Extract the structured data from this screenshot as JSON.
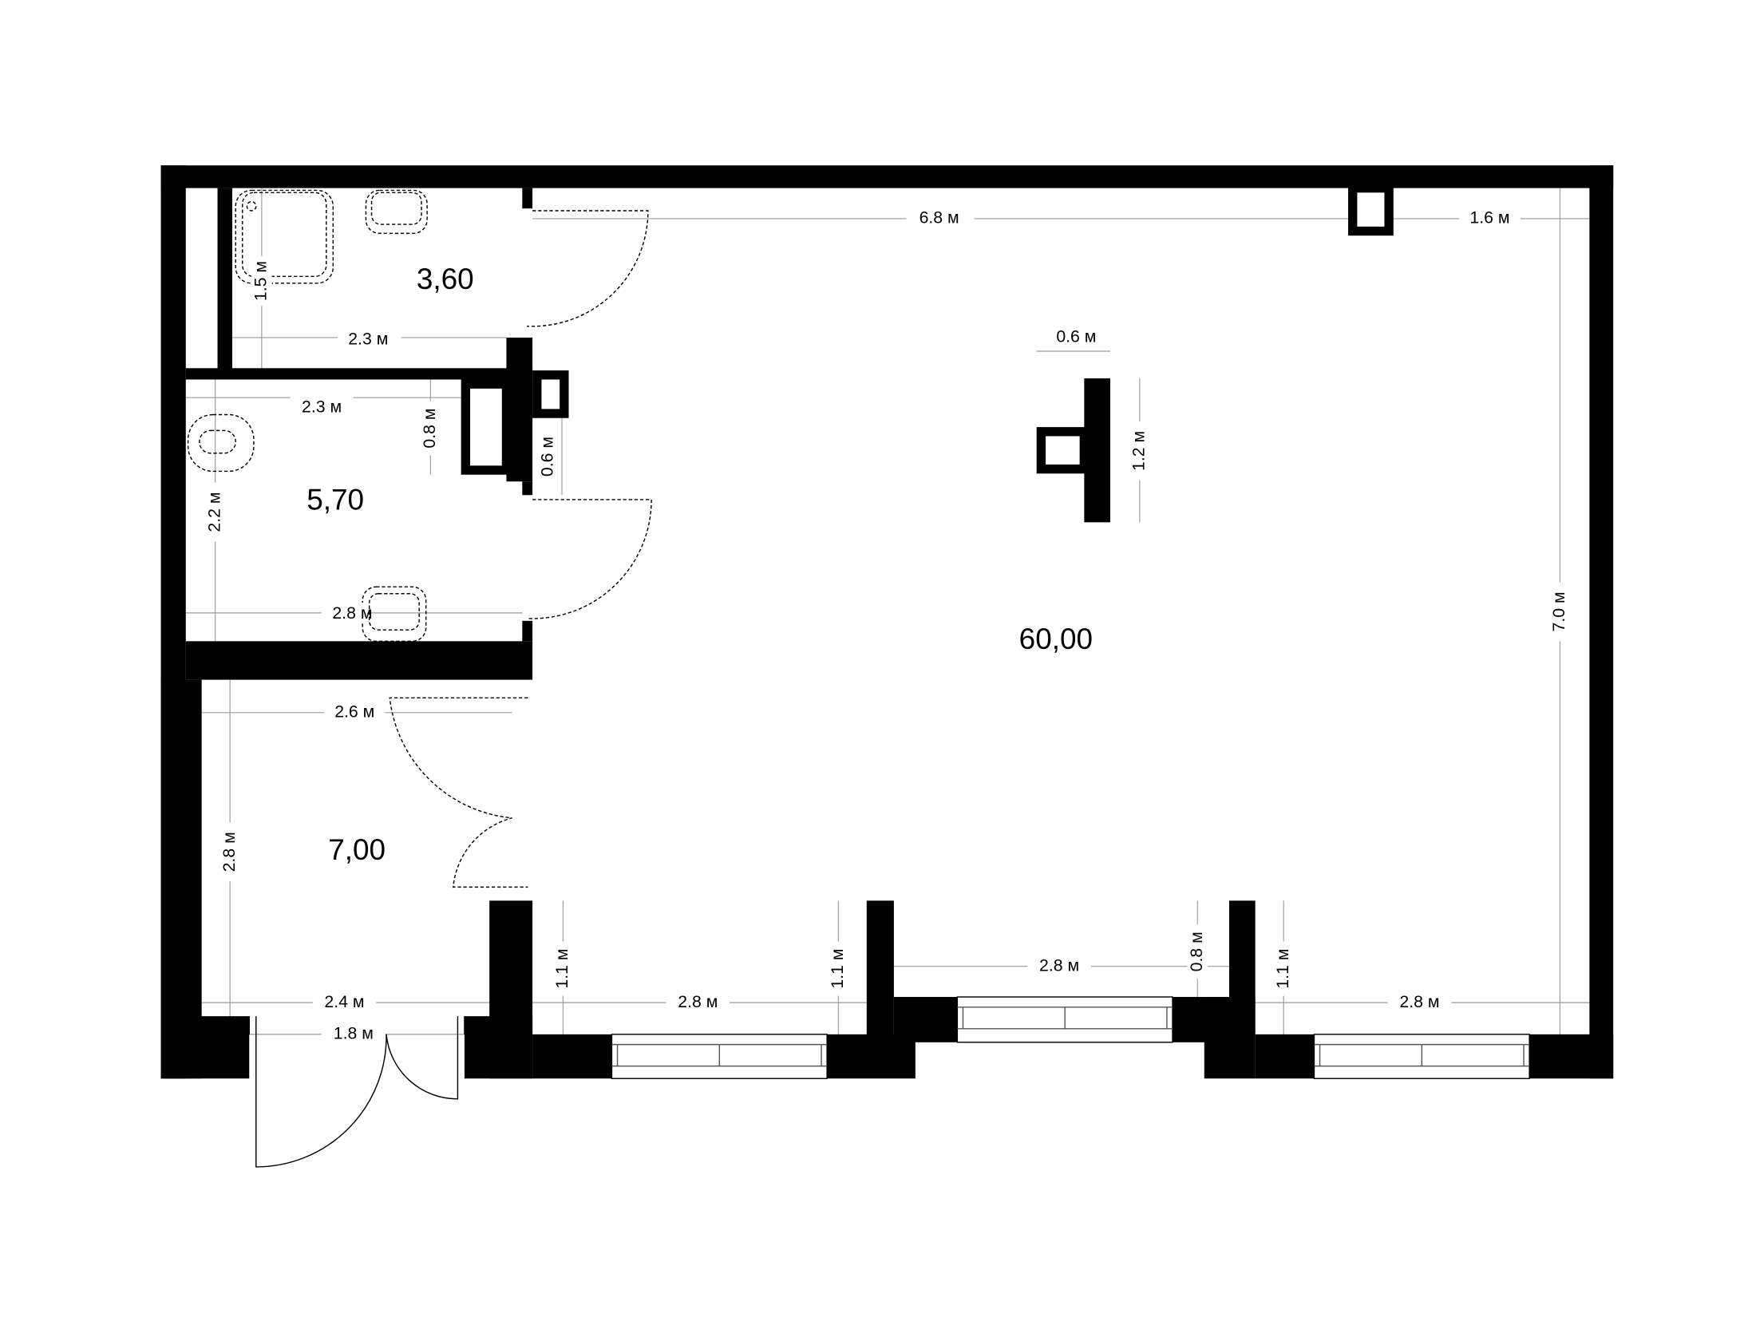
{
  "rooms": {
    "bathroom_small": "3,60",
    "bathroom_large": "5,70",
    "hall": "7,00",
    "main_room": "60,00"
  },
  "dimensions": {
    "top_main_width": "6.8 м",
    "top_right_width": "1.6 м",
    "column_width": "0.6 м",
    "column_height": "1.2 м",
    "right_height": "7.0 м",
    "bath1_width": "2.3 м",
    "bath1_height": "1.5 м",
    "bath2_width_top": "2.3 м",
    "bath2_niche": "0.8 м",
    "shaft_depth": "0.6 м",
    "bath2_height": "2.2 м",
    "bath2_width_bottom": "2.8 м",
    "hall_width_top": "2.6 м",
    "hall_height": "2.8 м",
    "hall_width_bottom": "2.4 м",
    "entrance_width": "1.8 м",
    "bay1_depth_left": "1.1 м",
    "bay1_width": "2.8 м",
    "bay1_depth_right": "1.1 м",
    "bay2_width": "2.8 м",
    "bay2_depth": "0.8 м",
    "bay3_depth": "1.1 м",
    "bay3_width": "2.8 м"
  },
  "colors": {
    "wall": "#000000",
    "dimension_line": "#9a9a9a"
  }
}
